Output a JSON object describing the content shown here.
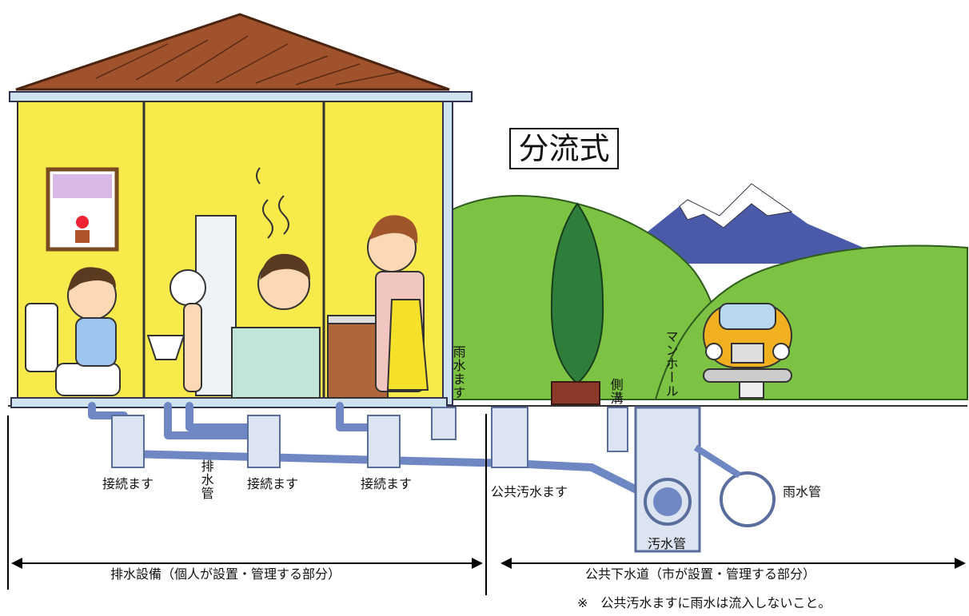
{
  "title": "分流式",
  "labels": {
    "rain_catch": "雨水ます",
    "side_ditch": "側溝",
    "manhole": "マンホール",
    "connect1": "接続ます",
    "drain_pipe": "排水管",
    "connect2": "接続ます",
    "connect3": "接続ます",
    "public_catch": "公共汚水ます",
    "storm_pipe": "雨水管",
    "sewage_pipe": "汚水管"
  },
  "ranges": {
    "private": "排水設備（個人が設置・管理する部分）",
    "public": "公共下水道（市が設置・管理する部分）"
  },
  "note": "※　公共汚水ますに雨水は流入しないこと。",
  "colors": {
    "wall": "#f7ea4a",
    "roof": "#a0522d",
    "hill": "#7cc243",
    "mountain": "#4a5aa8",
    "pipe": "#6f88c4"
  }
}
